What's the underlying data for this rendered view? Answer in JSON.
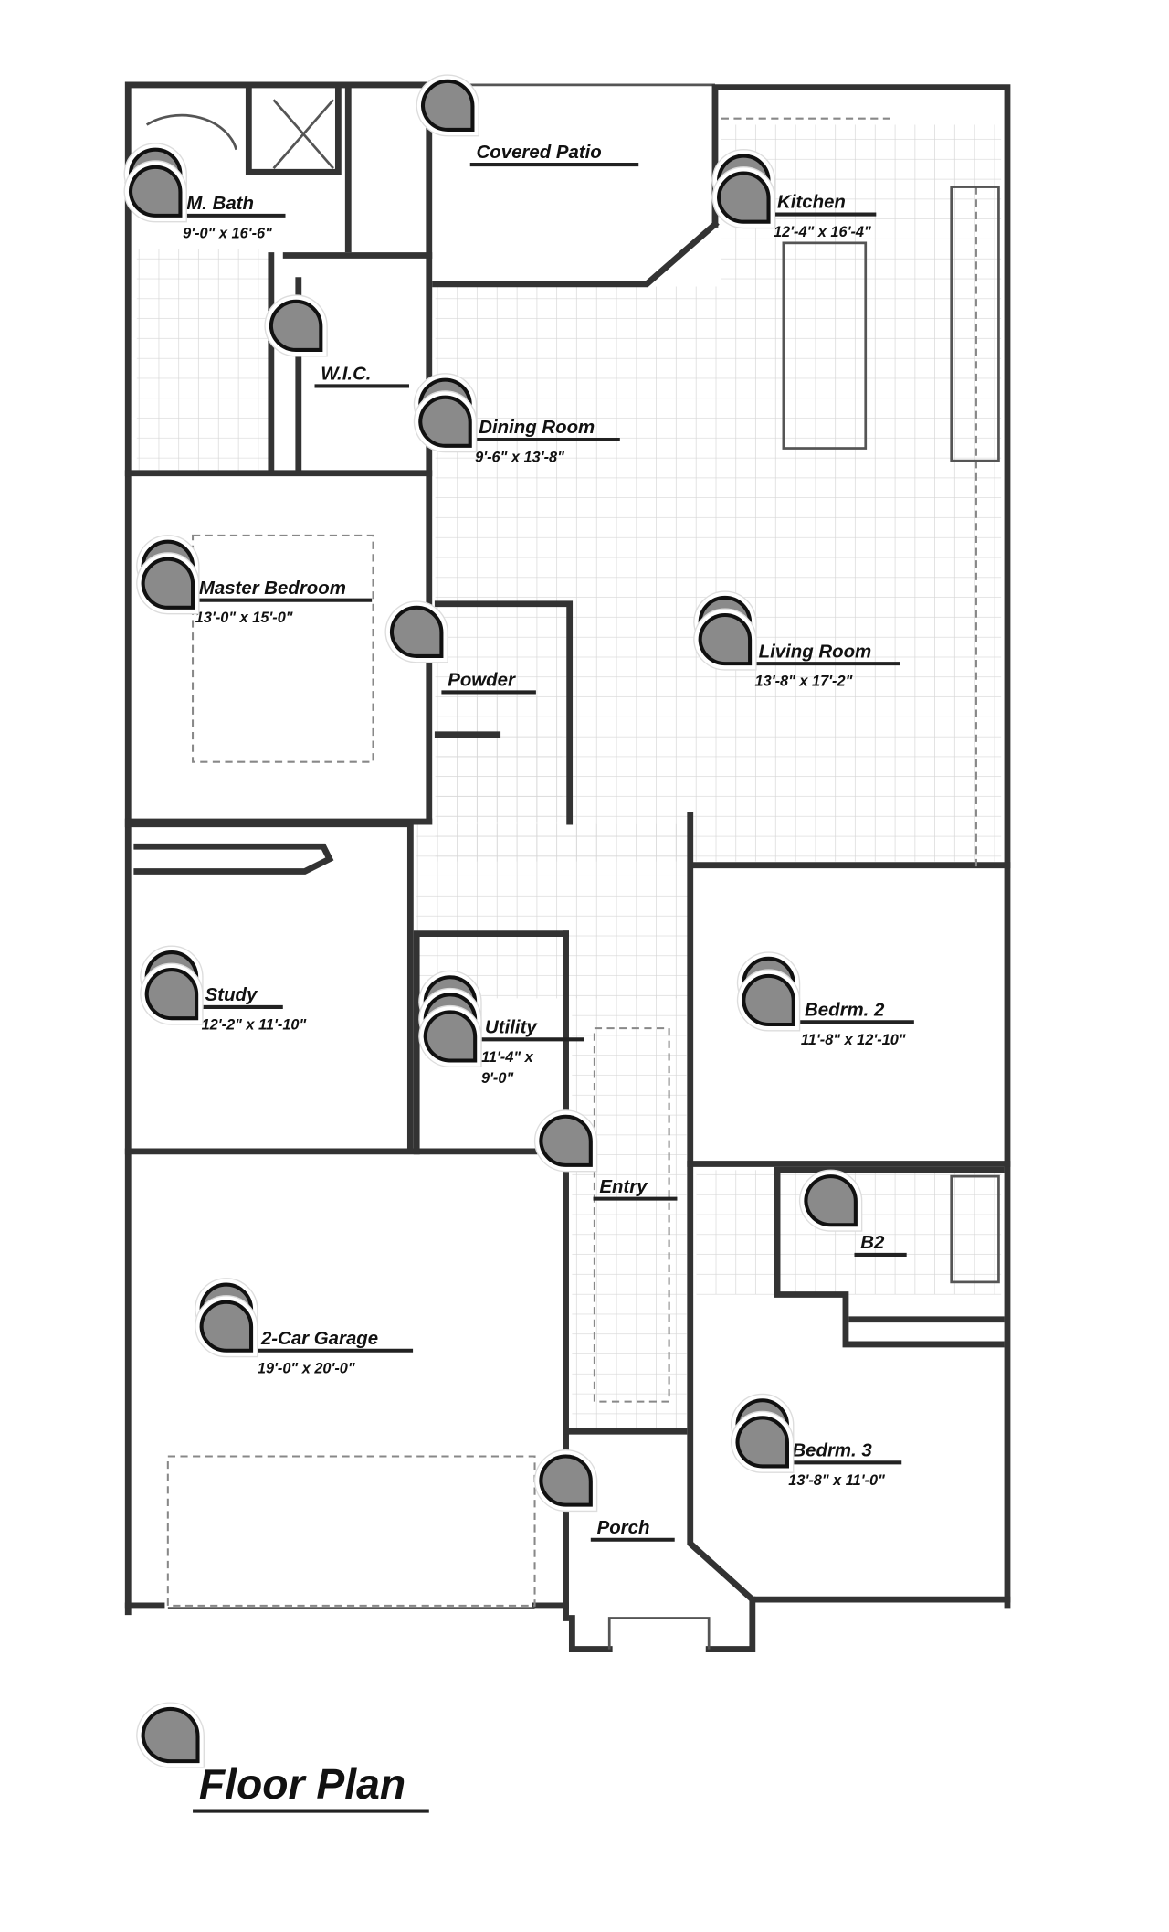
{
  "title": "Floor Plan",
  "colors": {
    "wall": "#333333",
    "marker": "#8a8a8a",
    "tile_grid": "#d6d6d6"
  },
  "rooms": [
    {
      "id": "m-bath",
      "name": "M. Bath",
      "dims": "9'-0\" x 16'-6\"",
      "marker": "double"
    },
    {
      "id": "covered-patio",
      "name": "Covered Patio",
      "dims": "",
      "marker": "single"
    },
    {
      "id": "kitchen",
      "name": "Kitchen",
      "dims": "12'-4\" x 16'-4\"",
      "marker": "double"
    },
    {
      "id": "wic",
      "name": "W.I.C.",
      "dims": "",
      "marker": "single"
    },
    {
      "id": "dining-room",
      "name": "Dining Room",
      "dims": "9'-6\" x 13'-8\"",
      "marker": "double"
    },
    {
      "id": "master-bedroom",
      "name": "Master Bedroom",
      "dims": "13'-0\" x 15'-0\"",
      "marker": "double"
    },
    {
      "id": "powder",
      "name": "Powder",
      "dims": "",
      "marker": "single"
    },
    {
      "id": "living-room",
      "name": "Living Room",
      "dims": "13'-8\" x 17'-2\"",
      "marker": "double"
    },
    {
      "id": "study",
      "name": "Study",
      "dims": "12'-2\" x 11'-10\"",
      "marker": "double"
    },
    {
      "id": "utility",
      "name": "Utility",
      "dims": "11'-4\" x",
      "dims2": "9'-0\"",
      "marker": "triple"
    },
    {
      "id": "bedrm-2",
      "name": "Bedrm. 2",
      "dims": "11'-8\" x 12'-10\"",
      "marker": "double"
    },
    {
      "id": "entry",
      "name": "Entry",
      "dims": "",
      "marker": "single"
    },
    {
      "id": "b2",
      "name": "B2",
      "dims": "",
      "marker": "single"
    },
    {
      "id": "garage",
      "name": "2-Car Garage",
      "dims": "19'-0\" x 20'-0\"",
      "marker": "double"
    },
    {
      "id": "bedrm-3",
      "name": "Bedrm. 3",
      "dims": "13'-8\" x 11'-0\"",
      "marker": "double"
    },
    {
      "id": "porch",
      "name": "Porch",
      "dims": "",
      "marker": "single"
    }
  ],
  "icons": {
    "room_marker": "photo-marker-icon",
    "legend_marker": "photo-marker-icon"
  }
}
